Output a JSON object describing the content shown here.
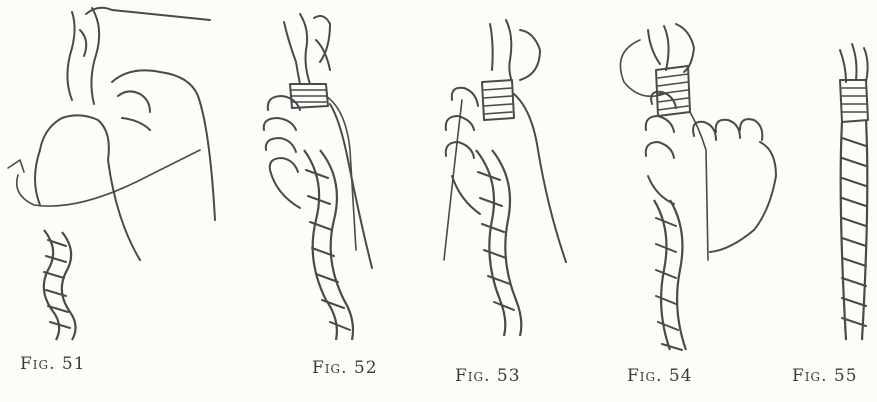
{
  "captions": {
    "fig51": "Fig. 51",
    "fig52": "Fig. 52",
    "fig53": "Fig. 53",
    "fig54": "Fig. 54",
    "fig55": "Fig. 55"
  },
  "icons": {
    "fig51": "hand-whipping-rope-icon",
    "fig52": "hand-holding-rope-icon",
    "fig53": "hand-wrapping-rope-icon",
    "fig54": "hands-pulling-whipping-icon",
    "fig55": "whipped-rope-end-icon"
  }
}
